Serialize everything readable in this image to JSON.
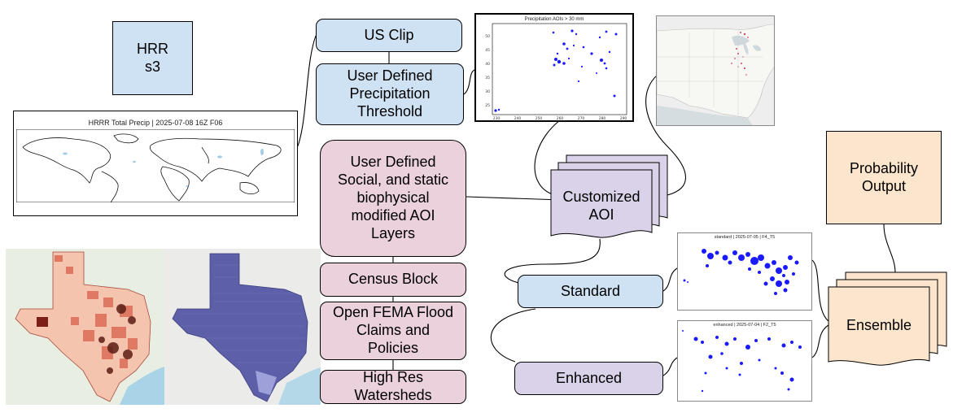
{
  "nodes": {
    "hrrr": "HRR\ns3",
    "us_clip": "US Clip",
    "precip_threshold": "User Defined\nPrecipitation\nThreshold",
    "social_layers": "User Defined\nSocial, and static\nbiophysical\nmodified AOI\nLayers",
    "census_block": "Census Block",
    "fema": "Open FEMA Flood\nClaims and\nPolicies",
    "watersheds": "High Res\nWatersheds",
    "customized_aoi": "Customized\nAOI",
    "standard": "Standard",
    "enhanced": "Enhanced",
    "probability": "Probability\nOutput",
    "ensemble": "Ensemble"
  },
  "figures": {
    "hrrr_map_title": "HRRR Total Precip | 2025-07-08 16Z F06",
    "precip_plot_title": "Precipitation AOIs > 30 mm",
    "standard_plot_title": "standard | 2025-07-05 | F4_T5",
    "enhanced_plot_title": "enhanced | 2025-07-04 | F2_T5",
    "precip_plot_yticks": [
      "50",
      "45",
      "40",
      "35",
      "30",
      "25"
    ],
    "precip_plot_xticks": [
      "230",
      "240",
      "250",
      "260",
      "270",
      "280",
      "290"
    ]
  },
  "colors": {
    "blue_fill": "#cfe2f3",
    "pink_fill": "#ead1dc",
    "purple_fill": "#d9d2e9",
    "orange_fill": "#fce5cd",
    "aoi_blue": "#1a1aff",
    "choropleth_red": "#c0392b",
    "watershed_purple": "#5d5fa8"
  }
}
